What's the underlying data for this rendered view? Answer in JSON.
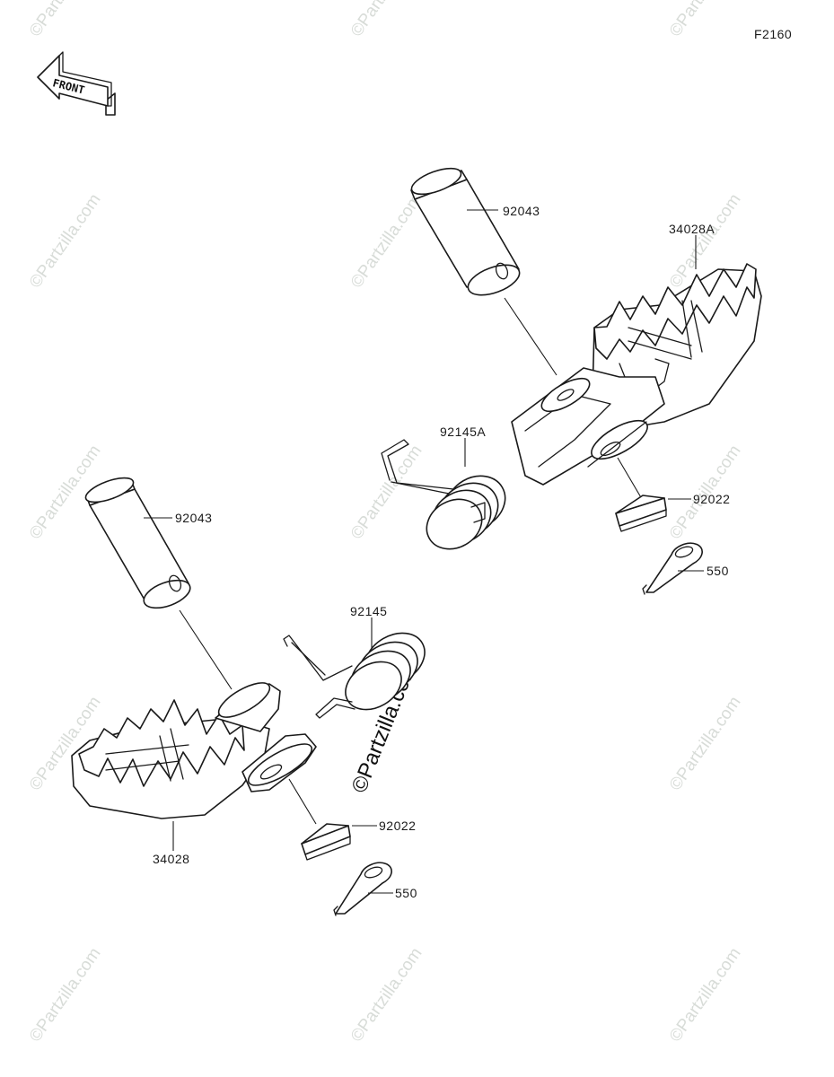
{
  "diagram_code": "F2160",
  "front_label": "FRONT",
  "watermark_text": "©Partzilla.com",
  "callouts": {
    "pin_right": "92043",
    "footpeg_right": "34028A",
    "spring_right": "92145A",
    "washer_right": "92022",
    "cotter_right": "550",
    "pin_left": "92043",
    "spring_left": "92145",
    "footpeg_left": "34028",
    "washer_left": "92022",
    "cotter_left": "550"
  },
  "colors": {
    "line": "#1a1a1a",
    "watermark": "#d8dcd8",
    "background": "#ffffff"
  }
}
